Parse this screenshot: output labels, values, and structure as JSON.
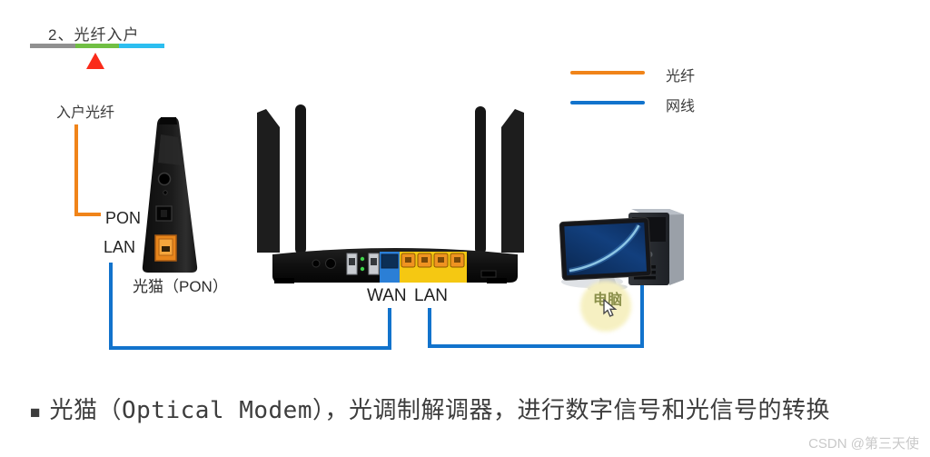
{
  "slide": {
    "title": "2、光纤入户",
    "legend": {
      "fiber_label": "光纤",
      "ethernet_label": "网线"
    },
    "modem": {
      "incoming_fiber_label": "入户光纤",
      "pon_port_label": "PON",
      "lan_port_label": "LAN",
      "caption": "光猫（PON）"
    },
    "router": {
      "wan_port_label": "WAN",
      "lan_port_label": "LAN"
    },
    "computer": {
      "label": "电脑"
    },
    "footnote": {
      "bullet": "■",
      "text": "光猫（Optical Modem），光调制解调器，进行数字信号和光信号的转换"
    },
    "watermark": "CSDN @第三天使",
    "colors": {
      "fiber": "#F08419",
      "ethernet": "#1273CC",
      "underline_gray": "#909090",
      "underline_green": "#71BF44",
      "underline_cyan": "#2CBEF0",
      "pointer_red": "#FA2B1A",
      "wan_panel_blue": "#2B7FD6",
      "lan_panel_yellow": "#F5C citrus",
      "lan_panel_yellow_fix": "#F5C812",
      "lan_port_orange": "#EF9321",
      "pon_port_orange": "#E8861C",
      "highlight_yellow": "#F6F0BF",
      "computer_label": "#8A8F4A"
    }
  }
}
